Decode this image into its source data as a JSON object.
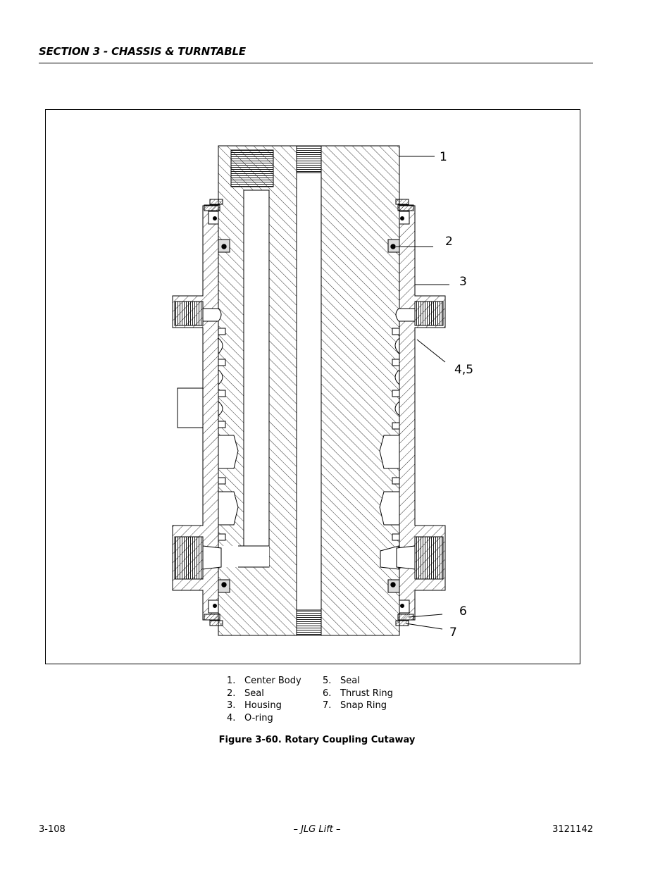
{
  "header": {
    "section_title": "SECTION 3 - CHASSIS & TURNTABLE"
  },
  "figure": {
    "callouts": [
      "1",
      "2",
      "3",
      "4,5",
      "6",
      "7"
    ],
    "legend_left": [
      {
        "num": "1.",
        "label": "Center Body"
      },
      {
        "num": "2.",
        "label": "Seal"
      },
      {
        "num": "3.",
        "label": "Housing"
      },
      {
        "num": "4.",
        "label": "O-ring"
      }
    ],
    "legend_right": [
      {
        "num": "5.",
        "label": "Seal"
      },
      {
        "num": "6.",
        "label": "Thrust Ring"
      },
      {
        "num": "7.",
        "label": "Snap Ring"
      }
    ],
    "caption": "Figure 3-60.  Rotary Coupling Cutaway"
  },
  "footer": {
    "page_number": "3-108",
    "publisher": "– JLG Lift –",
    "doc_number": "3121142"
  }
}
